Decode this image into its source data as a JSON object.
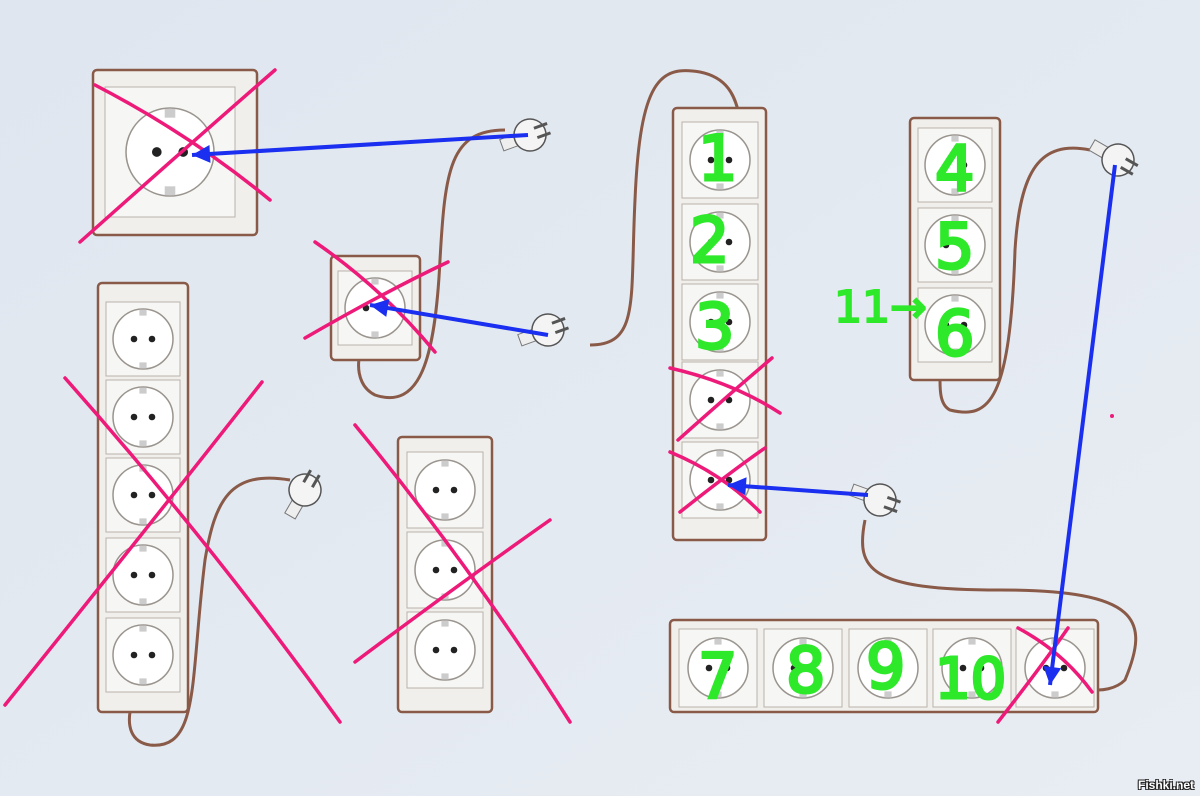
{
  "annotations": {
    "numbers": [
      "1",
      "2",
      "3",
      "4",
      "5",
      "6",
      "7",
      "8",
      "9",
      "10"
    ],
    "arrow_label": "11→"
  },
  "colors": {
    "background": "#e3e9f1",
    "cross": "#ee1a7a",
    "arrow": "#1a2ff0",
    "number": "#2ee82a",
    "outlet_frame": "#8a5a48"
  },
  "watermark": "Fishki.net"
}
